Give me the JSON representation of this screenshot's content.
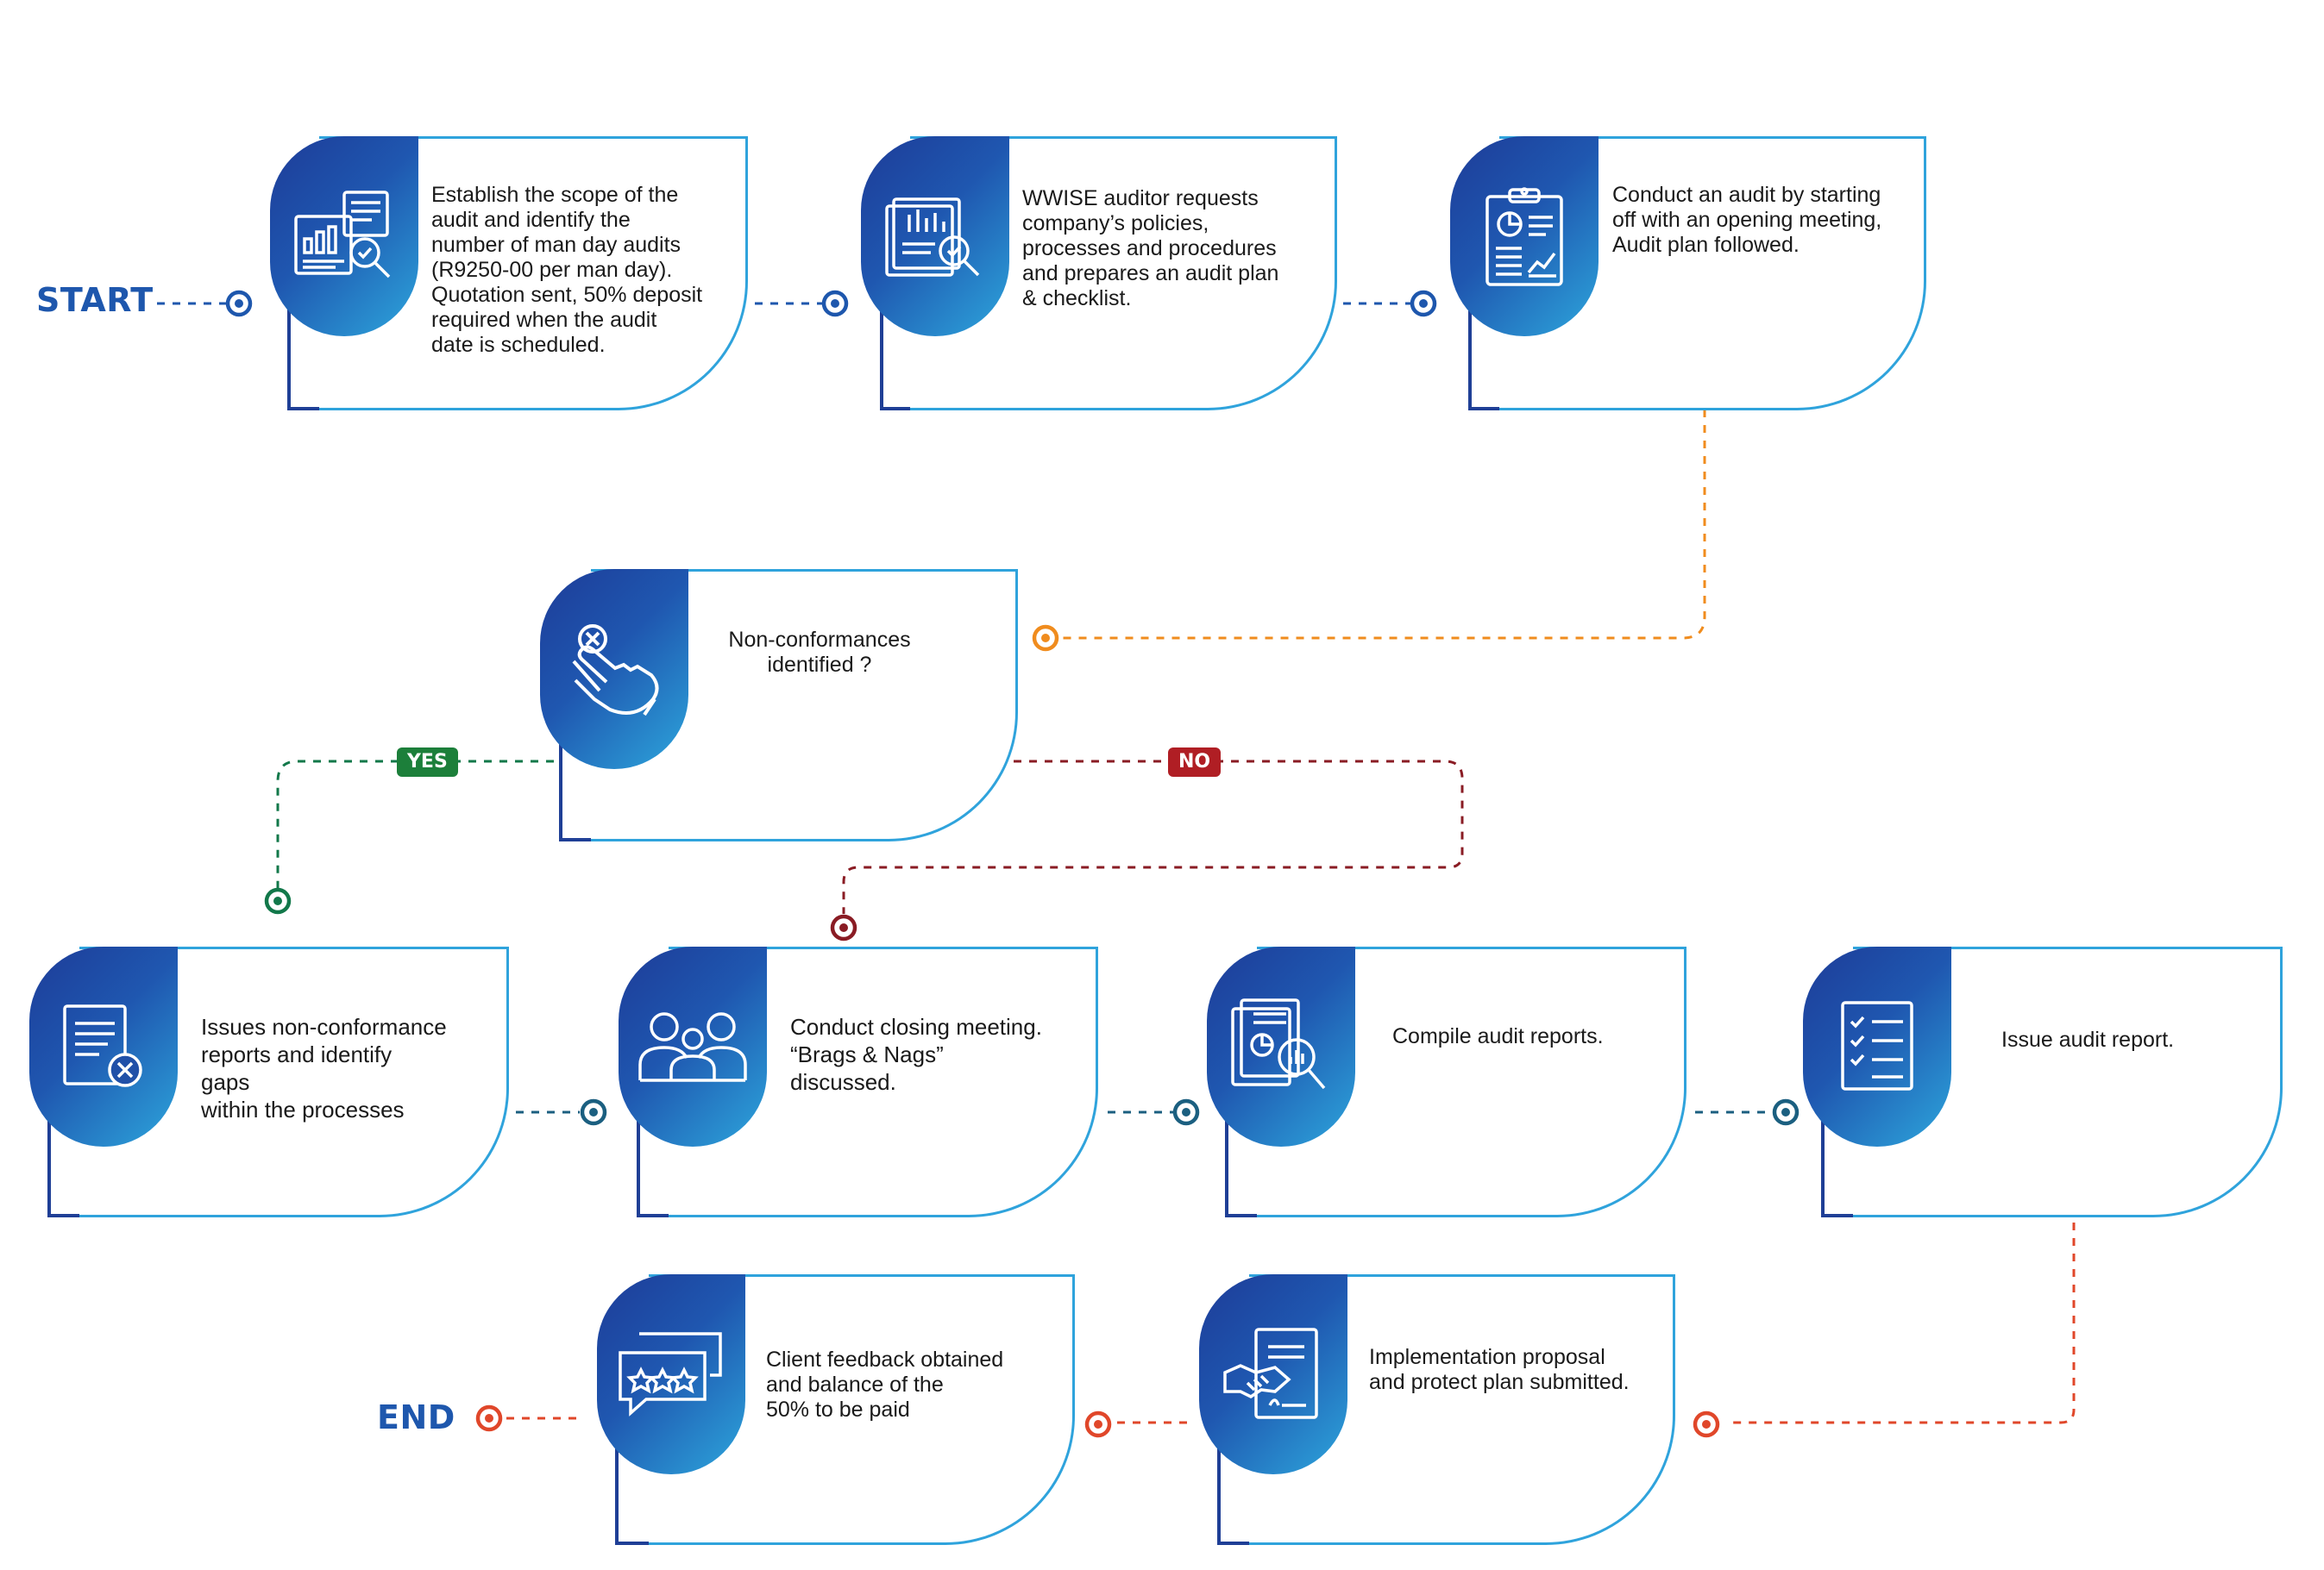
{
  "terminals": {
    "start": "START",
    "end": "END"
  },
  "badges": {
    "yes": "YES",
    "no": "NO"
  },
  "colors": {
    "blue": "#1e57ad",
    "orange": "#f08c1e",
    "green": "#12784a",
    "maroon": "#8a1c24",
    "teal": "#1b5f80",
    "red": "#e0472a",
    "card_border": "#2fa3dc",
    "card_underline": "#1f3f96",
    "yes_badge": "#1c7f3a",
    "no_badge": "#b01e24"
  },
  "steps": [
    {
      "text": "Establish the scope of the\naudit and identify the\nnumber of man day audits\n(R9250-00 per man day).\nQuotation sent, 50% deposit\nrequired when the audit\ndate is scheduled.",
      "icon": "report-analysis-icon"
    },
    {
      "text": "WWISE auditor requests\ncompany’s policies,\nprocesses and procedures\nand prepares an audit plan\n& checklist.",
      "icon": "document-review-icon"
    },
    {
      "text": "Conduct an audit by starting\noff with an opening meeting,\nAudit plan followed.",
      "icon": "clipboard-chart-icon"
    },
    {
      "text": "Non-conformances\nidentified ?",
      "icon": "hand-reject-icon"
    },
    {
      "text": "Issues non-conformance\nreports and identify\ngaps\nwithin the processes",
      "icon": "document-cancel-icon"
    },
    {
      "text": "Conduct closing meeting.\n“Brags & Nags”\ndiscussed.",
      "icon": "group-meeting-icon"
    },
    {
      "text": "Compile  audit reports.",
      "icon": "report-search-icon"
    },
    {
      "text": "Issue audit report.",
      "icon": "checklist-icon"
    },
    {
      "text": "Client feedback obtained\nand balance of the\n50% to be paid",
      "icon": "feedback-rating-icon"
    },
    {
      "text": "Implementation proposal\nand protect plan submitted.",
      "icon": "handshake-contract-icon"
    }
  ]
}
